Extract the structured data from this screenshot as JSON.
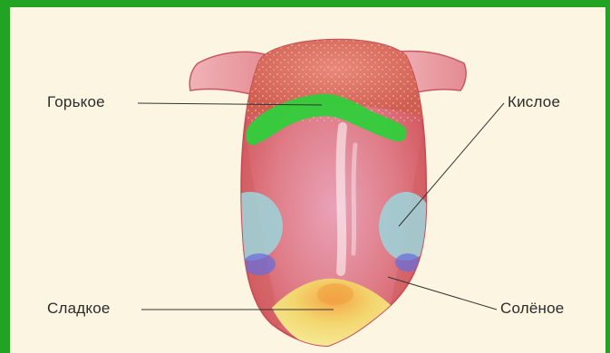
{
  "labels": {
    "bitter": "Горькое",
    "sour": "Кислое",
    "sweet": "Сладкое",
    "salty": "Солёное"
  },
  "colors": {
    "frame": "#22a323",
    "background": "#fbf5e1",
    "tongue": "#e0737a",
    "bitter_zone": "#2fcf3b",
    "sour_zone": "#9fd0d6",
    "salty_zone": "#6a6ed8",
    "sweet_zone": "#f1e36d"
  }
}
